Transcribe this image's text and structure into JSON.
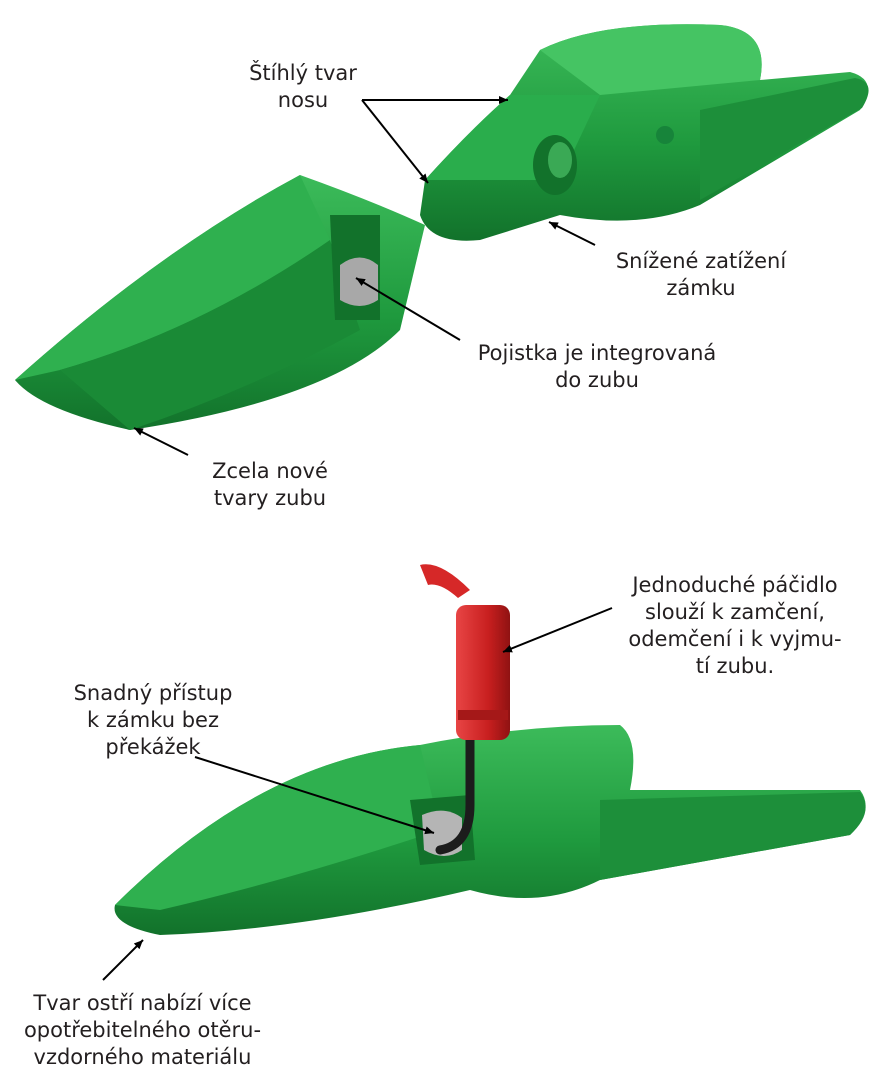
{
  "labels": {
    "slim_nose": [
      "Štíhlý tvar",
      "nosu"
    ],
    "reduced_lock_load": [
      "Snížené zatížení",
      "zámku"
    ],
    "integrated_lock": [
      "Pojistka je integrovaná",
      "do zubu"
    ],
    "new_tooth_shapes": [
      "Zcela nové",
      "tvary zubu"
    ],
    "simple_pry_bar": [
      "Jednoduché páčidlo",
      "slouží k zamčení,",
      "odemčení i k vyjmu-",
      "tí zubu."
    ],
    "easy_access": [
      "Snadný přístup",
      "k zámku bez",
      "překážek"
    ],
    "edge_shape": [
      "Tvar ostří nabízí více",
      "opotřebitelného otěru-",
      "vzdorného materiálu"
    ]
  },
  "colors": {
    "part_green": "#1f9a3e",
    "part_green_dark": "#147a2e",
    "part_green_light": "#3cbb5a",
    "tool_red": "#d62828",
    "lock_steel": "#a8a8a8",
    "text": "#231f20"
  }
}
